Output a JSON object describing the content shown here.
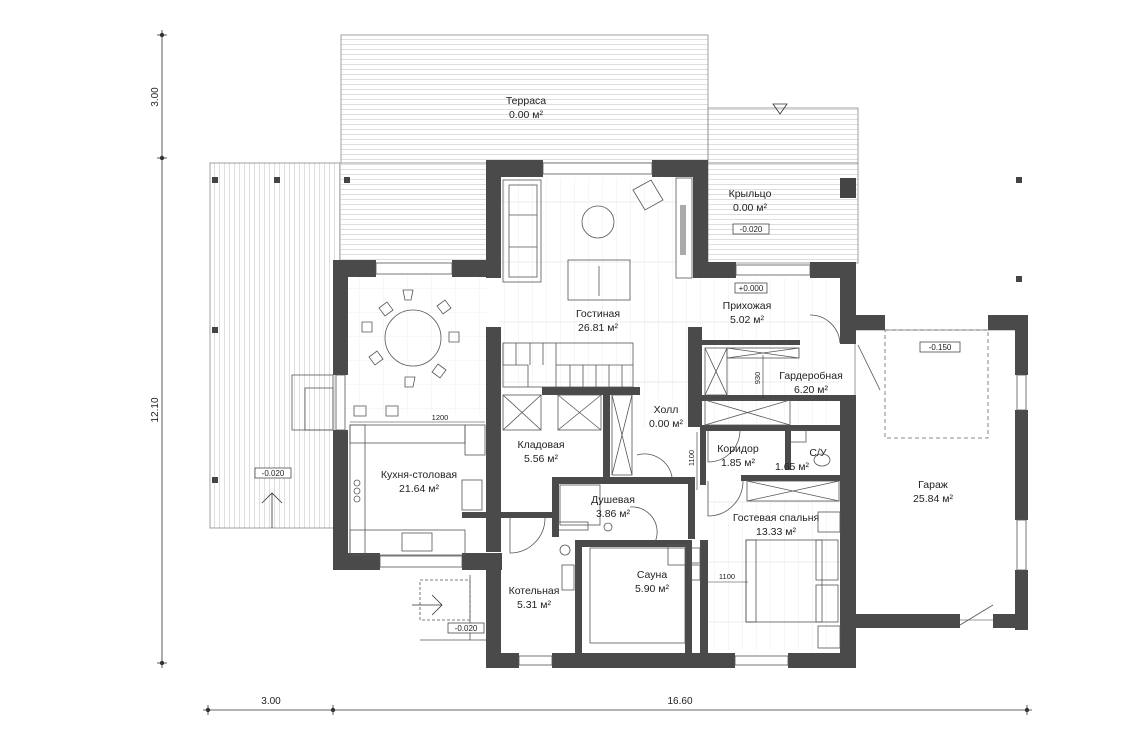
{
  "rooms": [
    {
      "name": "Терраса",
      "area": "0.00 м²"
    },
    {
      "name": "Крыльцо",
      "area": "0.00 м²"
    },
    {
      "name": "Гостиная",
      "area": "26.81 м²"
    },
    {
      "name": "Прихожая",
      "area": "5.02 м²"
    },
    {
      "name": "Гардеробная",
      "area": "6.20 м²"
    },
    {
      "name": "Холл",
      "area": "0.00 м²"
    },
    {
      "name": "Кладовая",
      "area": "5.56 м²"
    },
    {
      "name": "Кухня-столовая",
      "area": "21.64 м²"
    },
    {
      "name": "Коридор",
      "area": "1.85 м²"
    },
    {
      "name": "С/У",
      "area": "1.65 м²"
    },
    {
      "name": "Душевая",
      "area": "3.86 м²"
    },
    {
      "name": "Гараж",
      "area": "25.84 м²"
    },
    {
      "name": "Гостевая спальня",
      "area": "13.33 м²"
    },
    {
      "name": "Котельная",
      "area": "5.31 м²"
    },
    {
      "name": "Сауна",
      "area": "5.90 м²"
    }
  ],
  "levels": [
    "-0.020",
    "+0.000",
    "-0.150",
    "-0.020",
    "-0.020"
  ],
  "dimensions": {
    "left_top": "3.00",
    "left_main": "12.10",
    "bottom_left": "3.00",
    "bottom_main": "16.60",
    "counter": "1200",
    "wardrobe": "930",
    "corridor": "1100",
    "bedroom": "1100"
  },
  "colors": {
    "wall": "#4a4a4a",
    "line": "#555555",
    "text": "#222222"
  }
}
